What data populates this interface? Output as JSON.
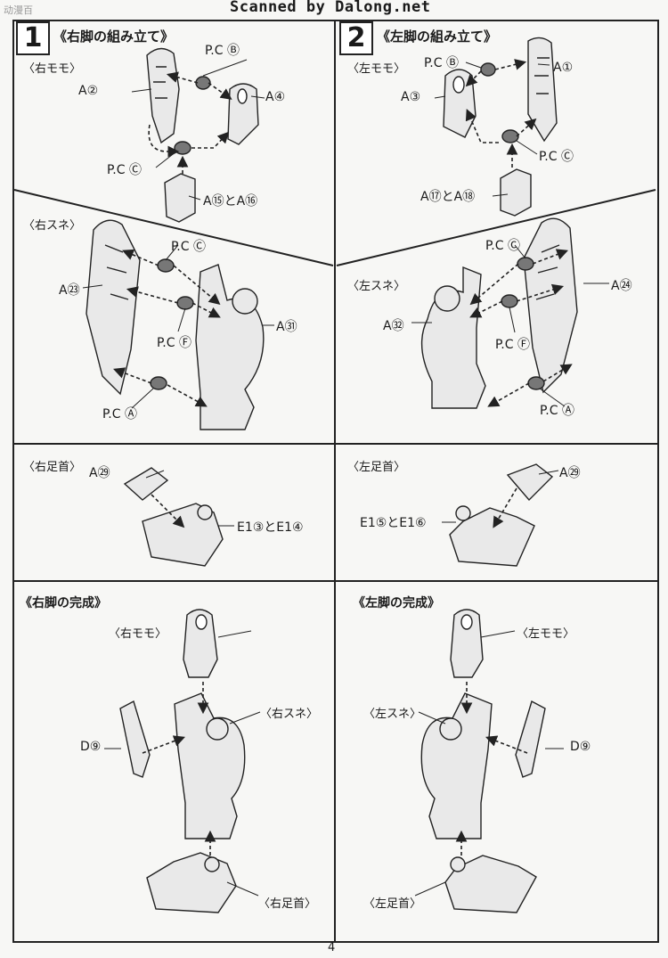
{
  "header": {
    "scan_credit": "Scanned by Dalong.net",
    "watermark": "动漫百"
  },
  "page_number": "4",
  "step1": {
    "number": "1",
    "title": "《右脚の組み立て》",
    "thigh_label": "〈右モモ〉",
    "shin_label": "〈右スネ〉",
    "ankle_label": "〈右足首〉",
    "thigh_parts": [
      "P.C Ⓑ",
      "A②",
      "A④",
      "P.C Ⓒ",
      "A⑮とA⑯"
    ],
    "shin_parts": [
      "P.C Ⓒ",
      "A㉓",
      "A㉛",
      "P.C Ⓕ",
      "P.C Ⓐ"
    ],
    "ankle_parts": [
      "A㉙",
      "E1③とE1④"
    ]
  },
  "step2": {
    "number": "2",
    "title": "《左脚の組み立て》",
    "thigh_label": "〈左モモ〉",
    "shin_label": "〈左スネ〉",
    "ankle_label": "〈左足首〉",
    "thigh_parts": [
      "P.C Ⓑ",
      "A①",
      "A③",
      "P.C Ⓒ",
      "A⑰とA⑱"
    ],
    "shin_parts": [
      "P.C Ⓒ",
      "A㉔",
      "A㉜",
      "P.C Ⓕ",
      "P.C Ⓐ"
    ],
    "ankle_parts": [
      "A㉙",
      "E1⑤とE1⑥"
    ]
  },
  "right_complete": {
    "title": "《右脚の完成》",
    "thigh": "〈右モモ〉",
    "shin": "〈右スネ〉",
    "part": "D⑨",
    "ankle": "〈右足首〉"
  },
  "left_complete": {
    "title": "《左脚の完成》",
    "thigh": "〈左モモ〉",
    "shin": "〈左スネ〉",
    "part": "D⑨",
    "ankle": "〈左足首〉"
  }
}
